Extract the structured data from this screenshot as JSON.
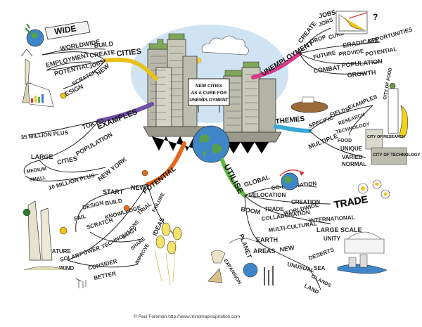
{
  "center": {
    "sign_lines": [
      "NEW CITIES",
      "AS A CURE FOR",
      "UNEMPLOYMENT"
    ]
  },
  "branches": {
    "cities": {
      "label": "CITIES",
      "words": [
        "WORLDWIDE",
        "BUILD",
        "EMPLOYMENT",
        "CREATE",
        "POTENTIAL",
        "JOBS",
        "SCRATCH",
        "NEW",
        "DESIGN"
      ]
    },
    "examples": {
      "label": "EXAMPLES",
      "words": [
        "35 MILLION PLUS",
        "TOKYO",
        "LARGE",
        "CITIES",
        "POPULATION",
        "MEDIUM",
        "SMALL",
        "10 MILLION PLUS",
        "NEW YORK"
      ]
    },
    "potential": {
      "label": "POTENTIAL",
      "words": [
        "START",
        "NEW",
        "DESIGN",
        "BUILD",
        "FAIL",
        "KNOWLEDGE",
        "SCRATCH",
        "TRIAL",
        "BILLIONS",
        "FAILURE",
        "TECHNOLOGY",
        "SHARE",
        "POWER",
        "SOLAR",
        "NATURE",
        "WIND",
        "CONSIDER",
        "BETTER",
        "IMPROVE",
        "IDEAS"
      ]
    },
    "unemployment": {
      "label": "UNEMPLOYMENT",
      "words": [
        "CREATE",
        "JOBS",
        "DROP",
        "CURE",
        "ERADICATE",
        "OPPORTUNITIES",
        "FUTURE",
        "PROVIDE",
        "POTENTIAL",
        "COMBAT",
        "POPULATION",
        "GROWTH"
      ]
    },
    "themes": {
      "label": "THEMES",
      "words": [
        "SPECIFIC",
        "FIELDS",
        "EXAMPLES",
        "RESEARCH",
        "TECHNOLOGY",
        "FOOD",
        "MULTIPLE",
        "UNIQUE",
        "VARIED",
        "NORMAL"
      ]
    },
    "utilise": {
      "label": "UTILISE",
      "words": [
        "GLOBAL",
        "CO-ORDINATION",
        "RELOCATION",
        "CREATION",
        "BOOM",
        "TRADE",
        "WORLDWIDE",
        "INTERNATIONAL",
        "COLLABORATION",
        "LARGE SCALE",
        "MULTI-CULTURAL",
        "UNITY",
        "PLANET",
        "EARTH",
        "AREAS",
        "NEW",
        "EXPANSION",
        "UNUSUAL",
        "DESERTS",
        "SEA",
        "ISLANDS",
        "LAND"
      ]
    }
  },
  "art_text": {
    "wide_banner": "WIDE",
    "city_of_food": "CITY OF FOOD",
    "city_of_research": "CITY OF RESEARCH",
    "city_of_technology": "CITY OF TECHNOLOGY",
    "trade_sign": "TRADE",
    "jobs_title": "JOBS"
  },
  "credit": "© Paul Foreman http://www.mindmapinspiration.com",
  "colors": {
    "cities": "#e8c21a",
    "examples": "#6f4ea8",
    "potential": "#e46a1e",
    "unemployment": "#d63a8a",
    "themes": "#3aa7d9",
    "utilise": "#5cb83c",
    "sky": "#cfe3f2",
    "globe_sea": "#3f86c8",
    "globe_land": "#5aa04a",
    "building": "#b8b8a8"
  }
}
